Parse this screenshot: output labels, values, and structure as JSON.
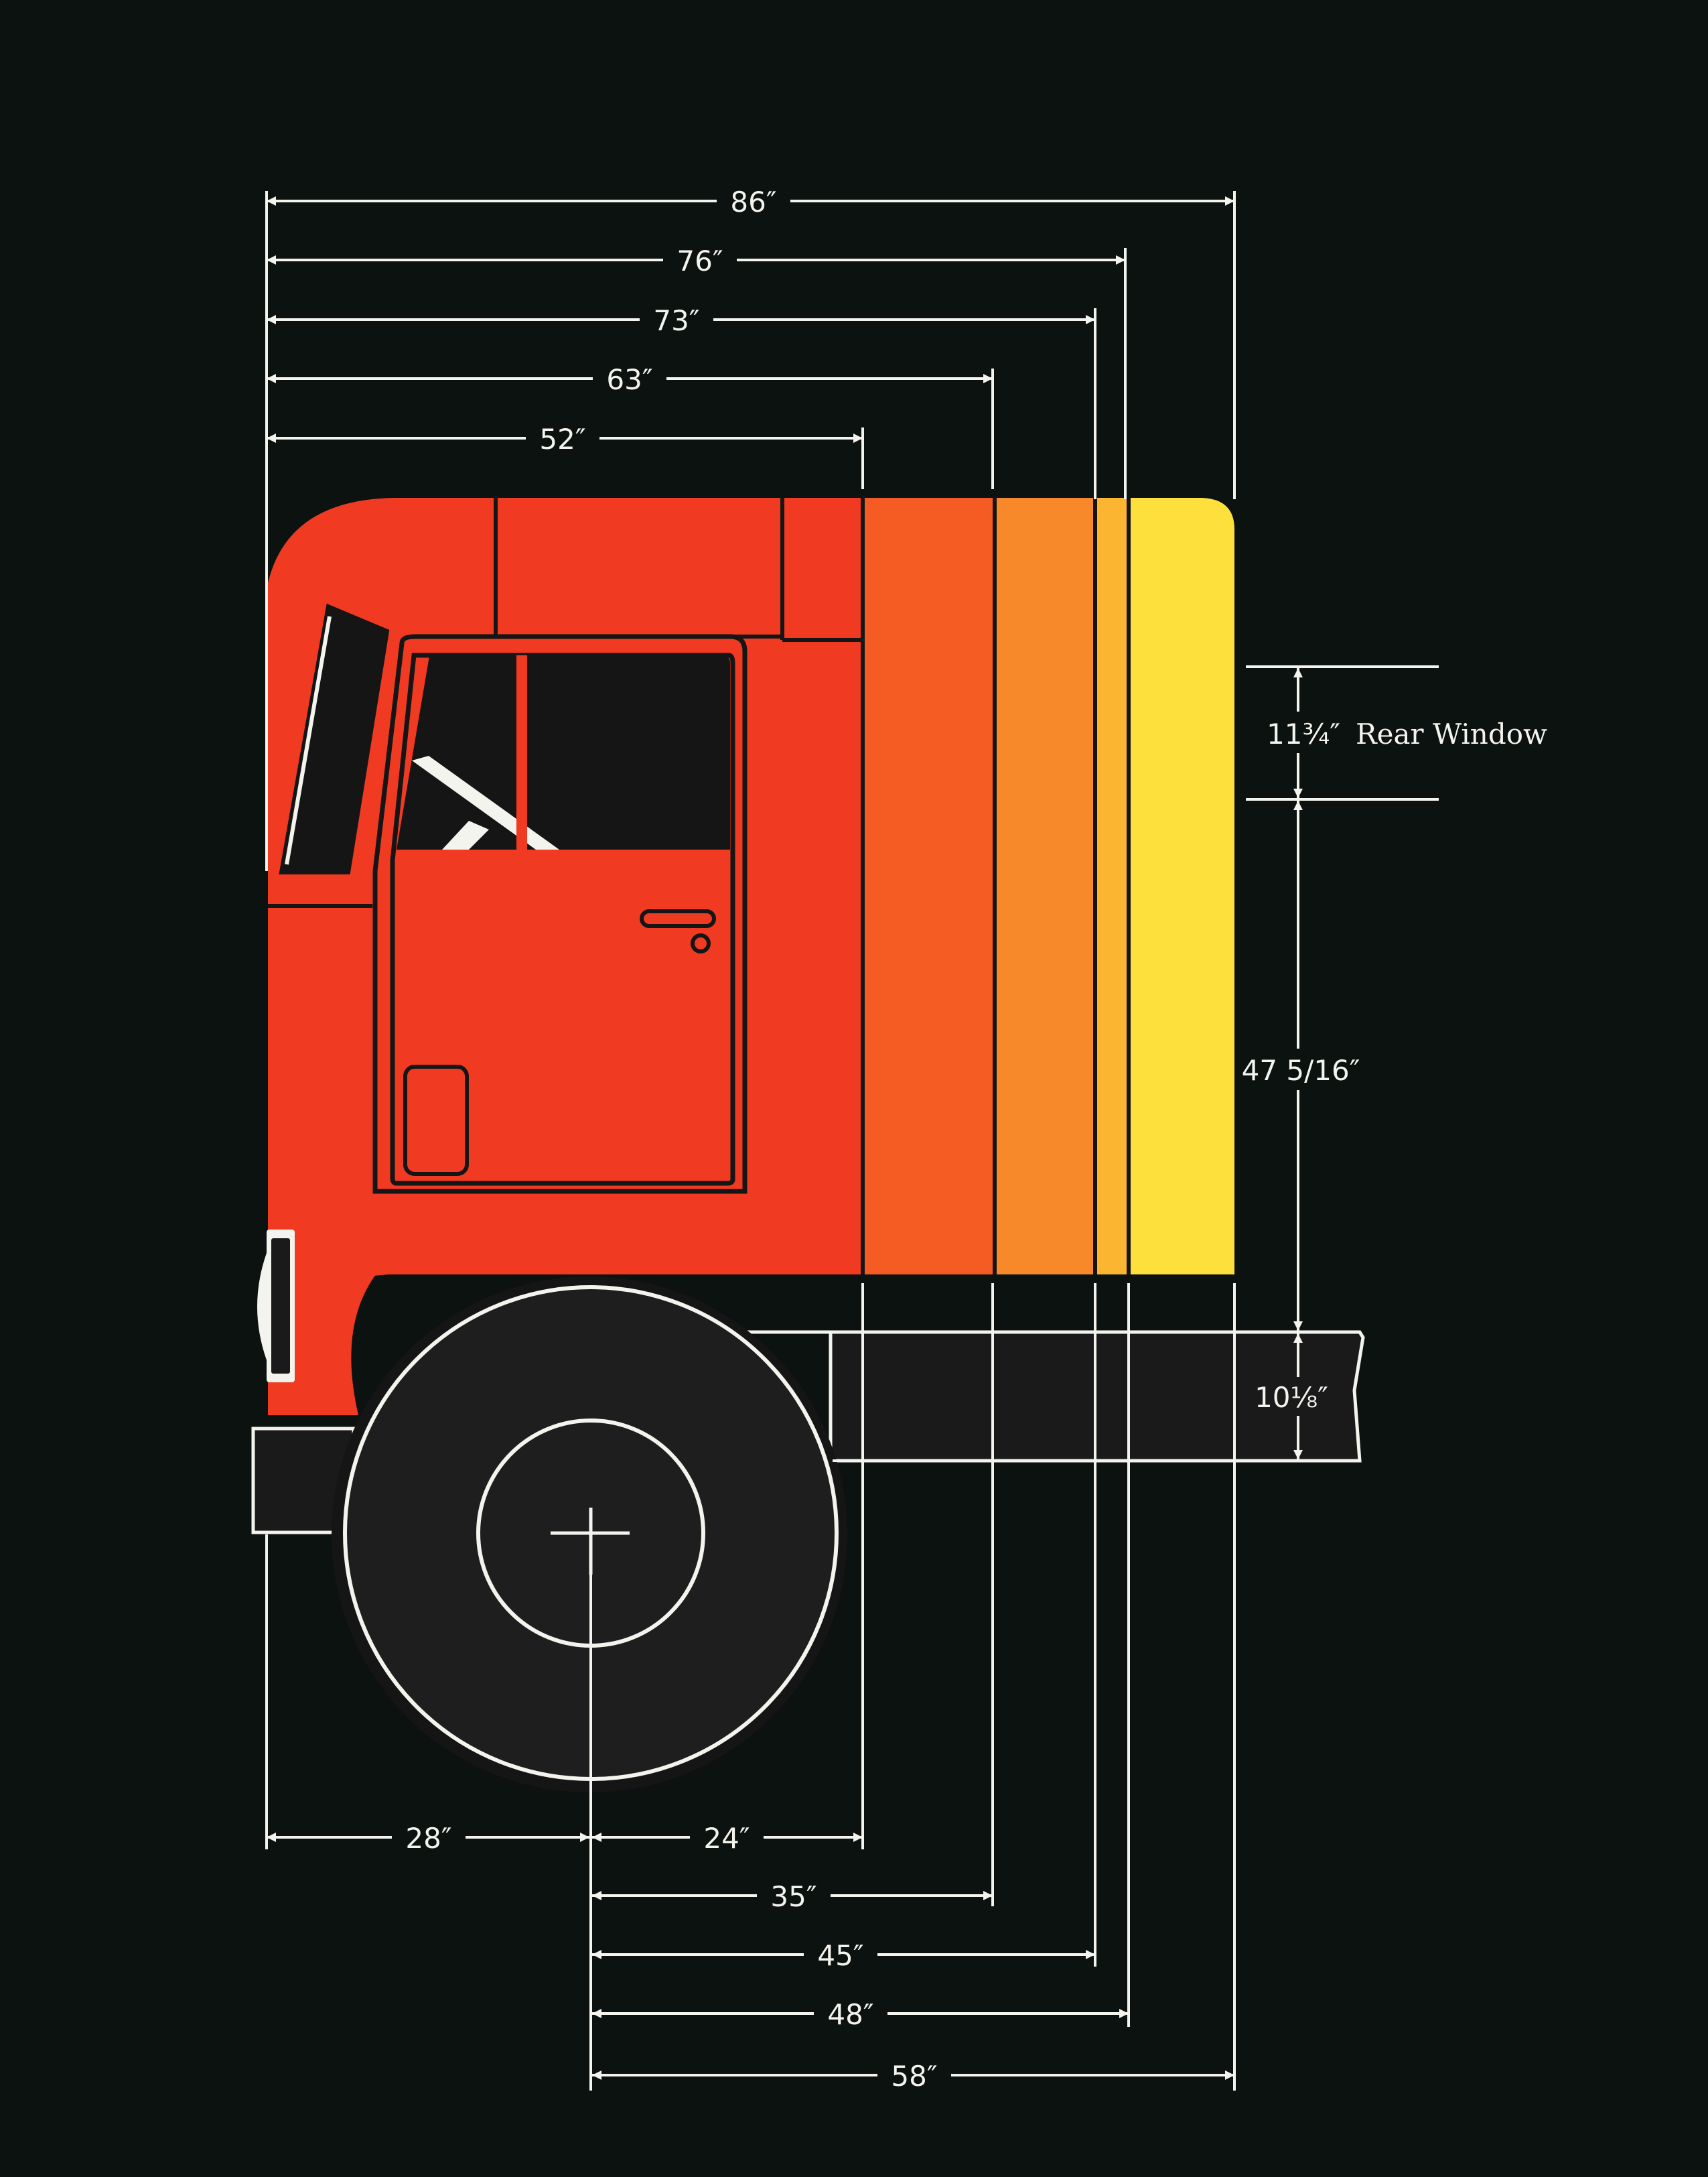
{
  "colors": {
    "background": "#0c1210",
    "line": "#f4f4ee",
    "outline": "#151515",
    "band_1": "#f03a22",
    "band_2": "#f45c24",
    "band_3": "#f8892a",
    "band_4": "#fbb531",
    "band_5": "#fde03b",
    "frame": "#1a1a1a"
  },
  "dimensions": {
    "top": [
      {
        "label": "86″"
      },
      {
        "label": "76″"
      },
      {
        "label": "73″"
      },
      {
        "label": "63″"
      },
      {
        "label": "52″"
      }
    ],
    "bottom": [
      {
        "label": "28″"
      },
      {
        "label": "24″"
      },
      {
        "label": "35″"
      },
      {
        "label": "45″"
      },
      {
        "label": "48″"
      },
      {
        "label": "58″"
      }
    ],
    "right": {
      "rear_window_height": "11¾″",
      "rear_window_label": "Rear Window",
      "cab_height": "47 5/16″",
      "frame_height": "10⅛″"
    }
  }
}
